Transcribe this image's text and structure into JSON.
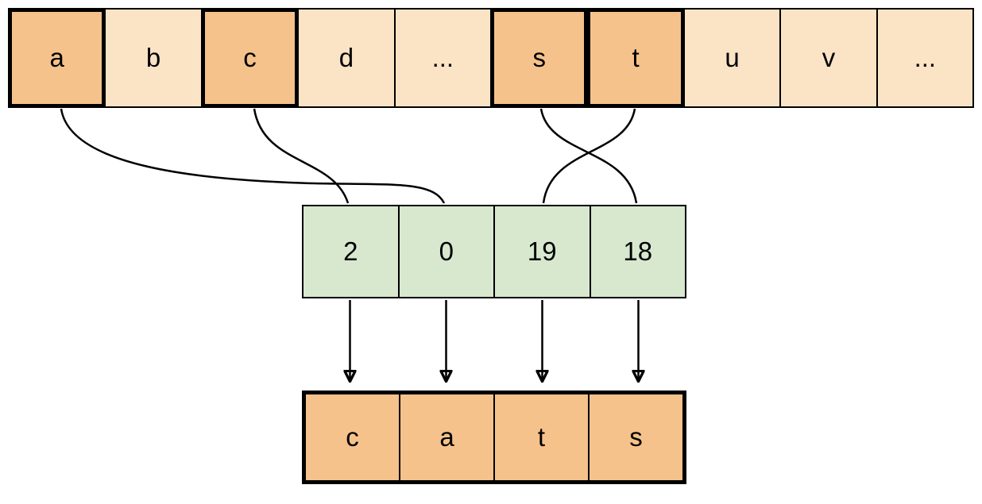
{
  "diagram": {
    "alphabet_row": {
      "cells": [
        {
          "label": "a",
          "highlighted": true
        },
        {
          "label": "b",
          "highlighted": false
        },
        {
          "label": "c",
          "highlighted": true
        },
        {
          "label": "d",
          "highlighted": false
        },
        {
          "label": "...",
          "highlighted": false
        },
        {
          "label": "s",
          "highlighted": true
        },
        {
          "label": "t",
          "highlighted": true
        },
        {
          "label": "u",
          "highlighted": false
        },
        {
          "label": "v",
          "highlighted": false
        },
        {
          "label": "...",
          "highlighted": false
        }
      ]
    },
    "index_row": {
      "cells": [
        {
          "label": "2"
        },
        {
          "label": "0"
        },
        {
          "label": "19"
        },
        {
          "label": "18"
        }
      ]
    },
    "output_row": {
      "cells": [
        {
          "label": "c"
        },
        {
          "label": "a"
        },
        {
          "label": "t"
        },
        {
          "label": "s"
        }
      ]
    },
    "mapping": [
      {
        "char": "a",
        "index": 0
      },
      {
        "char": "c",
        "index": 2
      },
      {
        "char": "s",
        "index": 18
      },
      {
        "char": "t",
        "index": 19
      }
    ],
    "colors": {
      "background": "#FFFFFF",
      "cell_fill_light": "#FBE3C6",
      "cell_fill_highlight": "#F5C28C",
      "index_cell_fill": "#D7E8CF",
      "line": "#000000"
    }
  }
}
